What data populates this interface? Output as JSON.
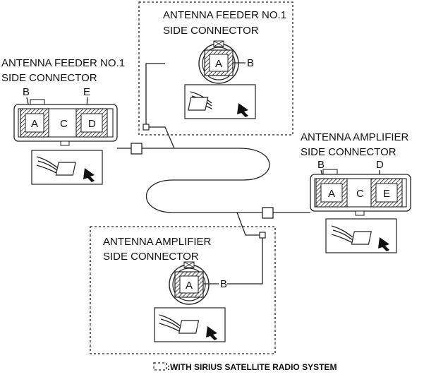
{
  "labels": {
    "feeder_top_line1": "ANTENNA FEEDER NO.1",
    "feeder_top_line2": "SIDE CONNECTOR",
    "feeder_left_line1": "ANTENNA FEEDER NO.1",
    "feeder_left_line2": "SIDE CONNECTOR",
    "amp_right_line1": "ANTENNA AMPLIFIER",
    "amp_right_line2": "SIDE CONNECTOR",
    "amp_bottom_line1": "ANTENNA AMPLIFIER",
    "amp_bottom_line2": "SIDE CONNECTOR"
  },
  "pins": {
    "top": {
      "a": "A",
      "b": "B"
    },
    "left": {
      "a": "A",
      "b": "B",
      "c": "C",
      "d": "D",
      "e": "E"
    },
    "right": {
      "a": "A",
      "b": "B",
      "c": "C",
      "d": "D",
      "e": "E"
    },
    "bottom": {
      "a": "A",
      "b": "B"
    }
  },
  "legend": {
    "text": ":WITH SIRIUS SATELLITE RADIO SYSTEM"
  }
}
